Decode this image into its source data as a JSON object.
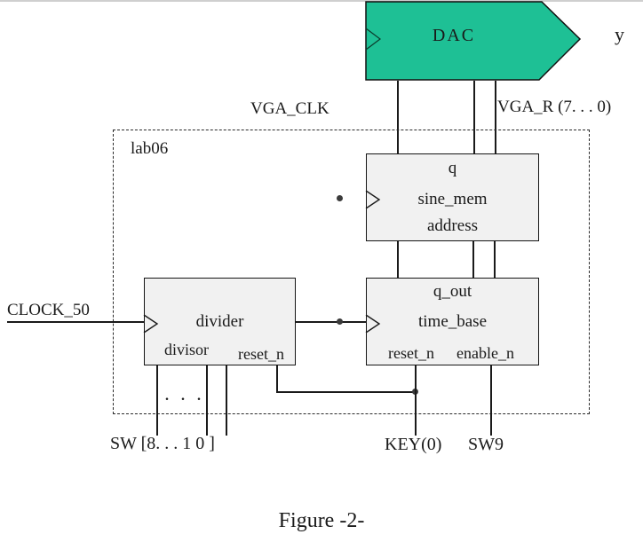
{
  "dac": {
    "label": "DAC",
    "output_label": "y"
  },
  "lab_box": {
    "label": "lab06"
  },
  "blocks": {
    "sine_mem": {
      "port_top": "q",
      "name": "sine_mem",
      "port_bottom": "address"
    },
    "time_base": {
      "port_top": "q_out",
      "name": "time_base",
      "port_bottom_left": "reset_n",
      "port_bottom_right": "enable_n"
    },
    "divider": {
      "name": "divider",
      "port_bottom_left": "divisor",
      "port_bottom_right": "reset_n"
    }
  },
  "signals": {
    "vga_clk": "VGA_CLK",
    "vga_r": "VGA_R (7. . . 0)",
    "clock_50": "CLOCK_50",
    "sw_bus": "SW [8. . . 1 0 ]",
    "key0": "KEY(0)",
    "sw9": "SW9",
    "ellipsis": ". . ."
  },
  "caption": "Figure -2-",
  "colors": {
    "dac_fill": "#1ec095",
    "block_fill": "#f1f1f1"
  }
}
